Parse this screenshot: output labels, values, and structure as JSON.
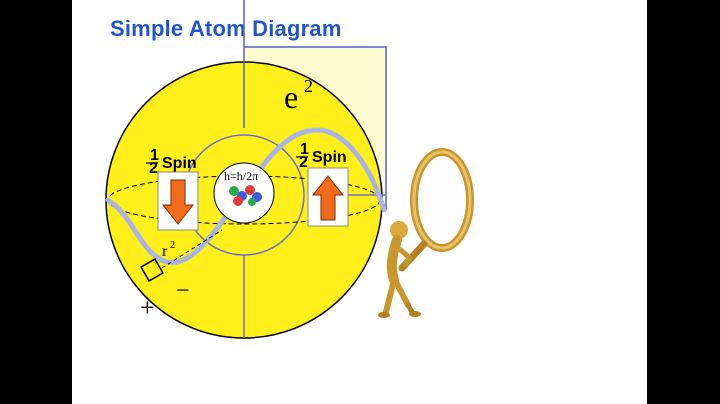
{
  "title": "Simple Atom Diagram",
  "labels": {
    "energy": "e",
    "energy_exp": "2",
    "radius": "r",
    "radius_exp": "2",
    "planck": "h=h/2π",
    "spin_left": "Spin",
    "spin_right": "Spin",
    "half_num": "1",
    "half_den": "2",
    "plus": "+",
    "minus": "−"
  },
  "colors": {
    "sphere": "#ffef1a",
    "square": "#fffbd0",
    "wave": "#a9b4e6",
    "title": "#2256c8",
    "arrow": "#f26a1b",
    "frame": "#000000"
  },
  "icons": {
    "figure": "magnifying-glass-figure-icon",
    "nucleus": "nucleus-particles-icon"
  }
}
